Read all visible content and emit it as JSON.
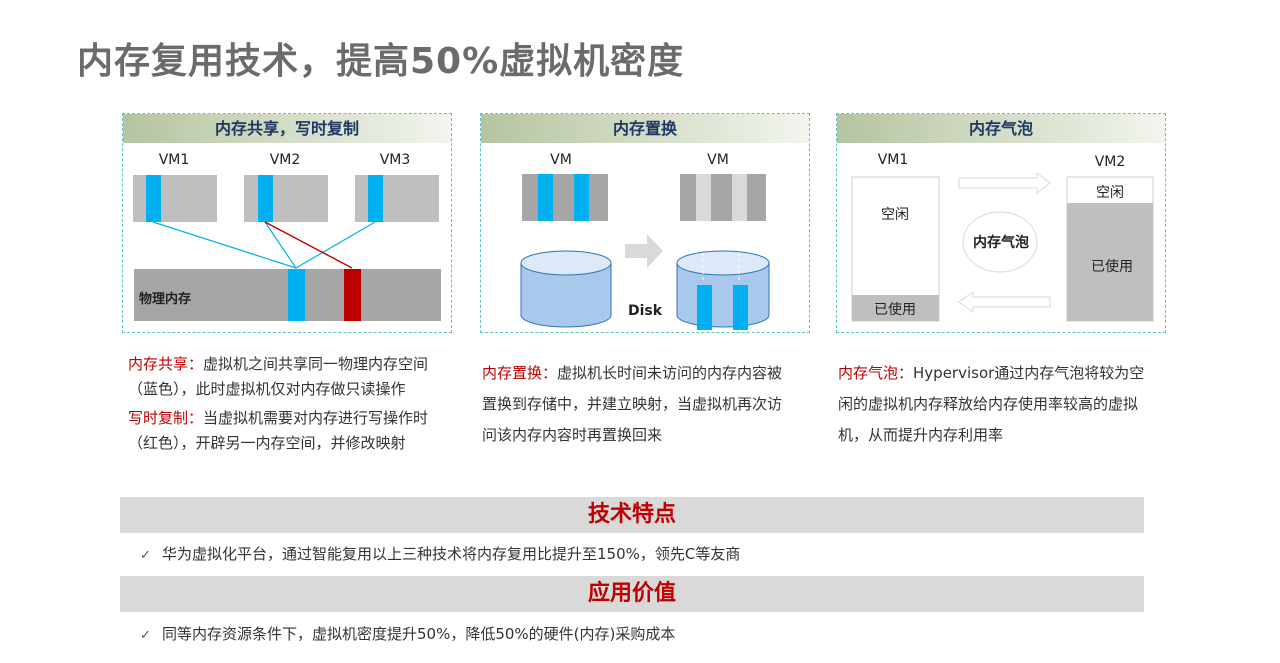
{
  "title": "内存复用技术，提高50%虚拟机密度",
  "panels": [
    {
      "header": "内存共享，写时复制",
      "vm_labels": [
        "VM1",
        "VM2",
        "VM3"
      ],
      "physical_label": "物理内存"
    },
    {
      "header": "内存置换",
      "vm_labels": [
        "VM",
        "VM"
      ],
      "disk_label": "Disk"
    },
    {
      "header": "内存气泡",
      "vm_labels": [
        "VM1",
        "VM2"
      ],
      "idle_label": "空闲",
      "used_label": "已使用",
      "balloon_label": "内存气泡"
    }
  ],
  "descriptions": {
    "share_term": "内存共享：",
    "share_text": "虚拟机之间共享同一物理内存空间（蓝色），此时虚拟机仅对内存做只读操作",
    "cow_term": "写时复制：",
    "cow_text": "当虚拟机需要对内存进行写操作时（红色），开辟另一内存空间，并修改映射",
    "swap_term": "内存置换：",
    "swap_text": "虚拟机长时间未访问的内存内容被置换到存储中，并建立映射，当虚拟机再次访问该内存内容时再置换回来",
    "balloon_term": "内存气泡：",
    "balloon_text": "Hypervisor通过内存气泡将较为空闲的虚拟机内存释放给内存使用率较高的虚拟机，从而提升内存利用率"
  },
  "sections": [
    {
      "heading": "技术特点",
      "bullet": "华为虚拟化平台，通过智能复用以上三种技术将内存复用比提升至150%，领先C等友商"
    },
    {
      "heading": "应用价值",
      "bullet": "同等内存资源条件下，虚拟机密度提升50%，降低50%的硬件(内存)采购成本"
    }
  ],
  "check_symbol": "✓",
  "colors": {
    "blue": "#00b0f0",
    "red": "#c00000",
    "gray_block": "#bfbfbf",
    "physical": "#a6a6a6",
    "title": "#6b6b6b",
    "header_text": "#1f3864"
  }
}
